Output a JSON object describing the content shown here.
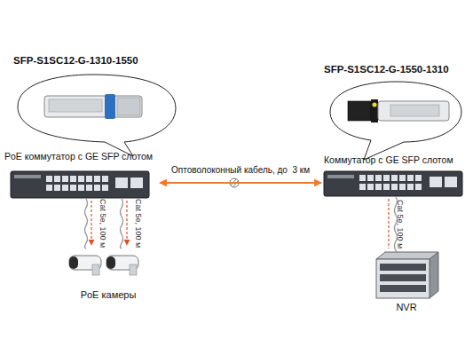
{
  "diagram": {
    "nodes": [
      {
        "text": [
          "SFP-S1SC12-G-1310-1550"
        ]
      },
      {
        "text": [
          "SFP-S1SC12-G-1550-1310"
        ]
      },
      {
        "text": [
          "PoE коммутатор с GE SFP слотом"
        ]
      },
      {
        "text": [
          "Коммутатор с GE SFP слотом"
        ]
      },
      {
        "text": [
          "PoE камеры"
        ]
      },
      {
        "text": [
          "NVR"
        ]
      }
    ],
    "edges": [
      {
        "from": 2,
        "to": 3,
        "label": "Оптоволоконный кабель, до  3 км",
        "arrow": "both"
      },
      {
        "from": 2,
        "to": 4,
        "label": "Cat 5e, 100 м",
        "arrow": "to"
      },
      {
        "from": 2,
        "to": 4,
        "label": "Cat 5e, 100 м",
        "arrow": "to"
      },
      {
        "from": 3,
        "to": 5,
        "label": "Cat 5e, 100 м",
        "arrow": "none"
      }
    ]
  }
}
